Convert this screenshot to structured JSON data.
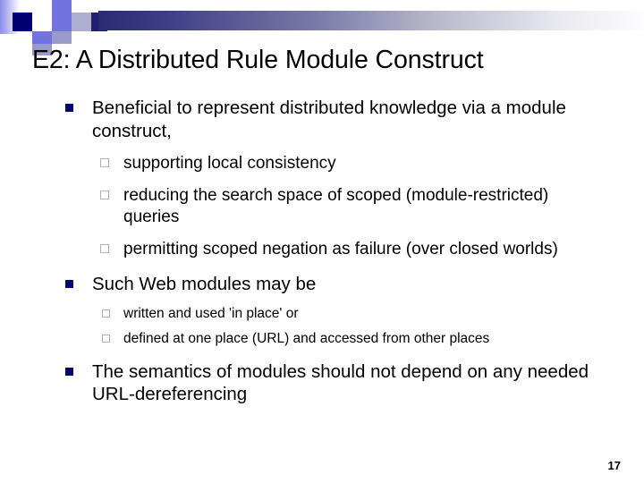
{
  "slide": {
    "title": "E2: A Distributed Rule Module Construct",
    "page_number": "17",
    "decoration": {
      "strip_color": "#8e8ee8",
      "bar_gradient_from": "#2a2a72",
      "bar_gradient_to": "#fdfdff",
      "square_navy": "#000073",
      "square_periwinkle": "#7272e0",
      "square_muted": "#9a9ac6",
      "square_light": "#aeaed0"
    },
    "bullet_colors": {
      "level1_marker": "#000073",
      "level2_marker_border": "#b2b2b2"
    },
    "content": [
      {
        "level": 1,
        "text": "Beneficial to represent distributed knowledge via a module construct,"
      },
      {
        "level": 2,
        "text": "supporting local consistency"
      },
      {
        "level": 2,
        "text": "reducing the search space of scoped (module-restricted) queries"
      },
      {
        "level": 2,
        "text": "permitting scoped negation as failure (over closed worlds)"
      },
      {
        "level": 1,
        "text": "Such Web modules may be"
      },
      {
        "level": 2,
        "size": "small",
        "text": "written and used 'in place' or"
      },
      {
        "level": 2,
        "size": "small",
        "text": "defined at one place (URL) and accessed from other places"
      },
      {
        "level": 1,
        "text": "The semantics of modules should not depend on any needed URL-dereferencing"
      }
    ]
  }
}
